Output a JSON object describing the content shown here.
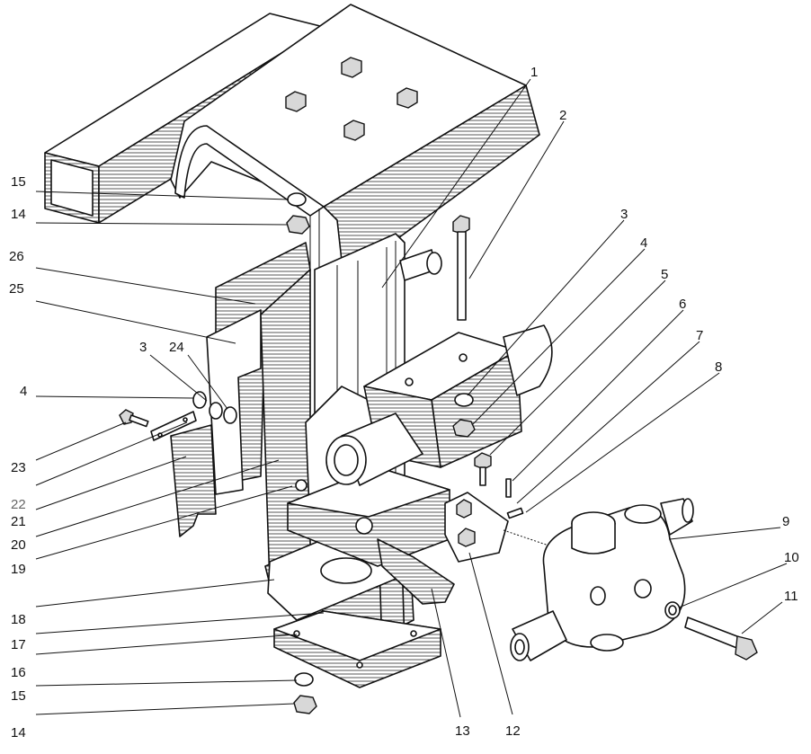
{
  "diagram": {
    "callouts": [
      {
        "id": "c1",
        "label": "1"
      },
      {
        "id": "c2",
        "label": "2"
      },
      {
        "id": "c3r",
        "label": "3"
      },
      {
        "id": "c4r",
        "label": "4"
      },
      {
        "id": "c5",
        "label": "5"
      },
      {
        "id": "c6",
        "label": "6"
      },
      {
        "id": "c7",
        "label": "7"
      },
      {
        "id": "c8",
        "label": "8"
      },
      {
        "id": "c9",
        "label": "9"
      },
      {
        "id": "c10",
        "label": "10"
      },
      {
        "id": "c11",
        "label": "11"
      },
      {
        "id": "c12",
        "label": "12"
      },
      {
        "id": "c13",
        "label": "13"
      },
      {
        "id": "c14b",
        "label": "14"
      },
      {
        "id": "c15b",
        "label": "15"
      },
      {
        "id": "c16",
        "label": "16"
      },
      {
        "id": "c17",
        "label": "17"
      },
      {
        "id": "c18",
        "label": "18"
      },
      {
        "id": "c19",
        "label": "19"
      },
      {
        "id": "c20",
        "label": "20"
      },
      {
        "id": "c21",
        "label": "21"
      },
      {
        "id": "c22",
        "label": "22"
      },
      {
        "id": "c23",
        "label": "23"
      },
      {
        "id": "c4l",
        "label": "4"
      },
      {
        "id": "c3l",
        "label": "3"
      },
      {
        "id": "c24",
        "label": "24"
      },
      {
        "id": "c25",
        "label": "25"
      },
      {
        "id": "c26",
        "label": "26"
      },
      {
        "id": "c14t",
        "label": "14"
      },
      {
        "id": "c15t",
        "label": "15"
      }
    ]
  }
}
